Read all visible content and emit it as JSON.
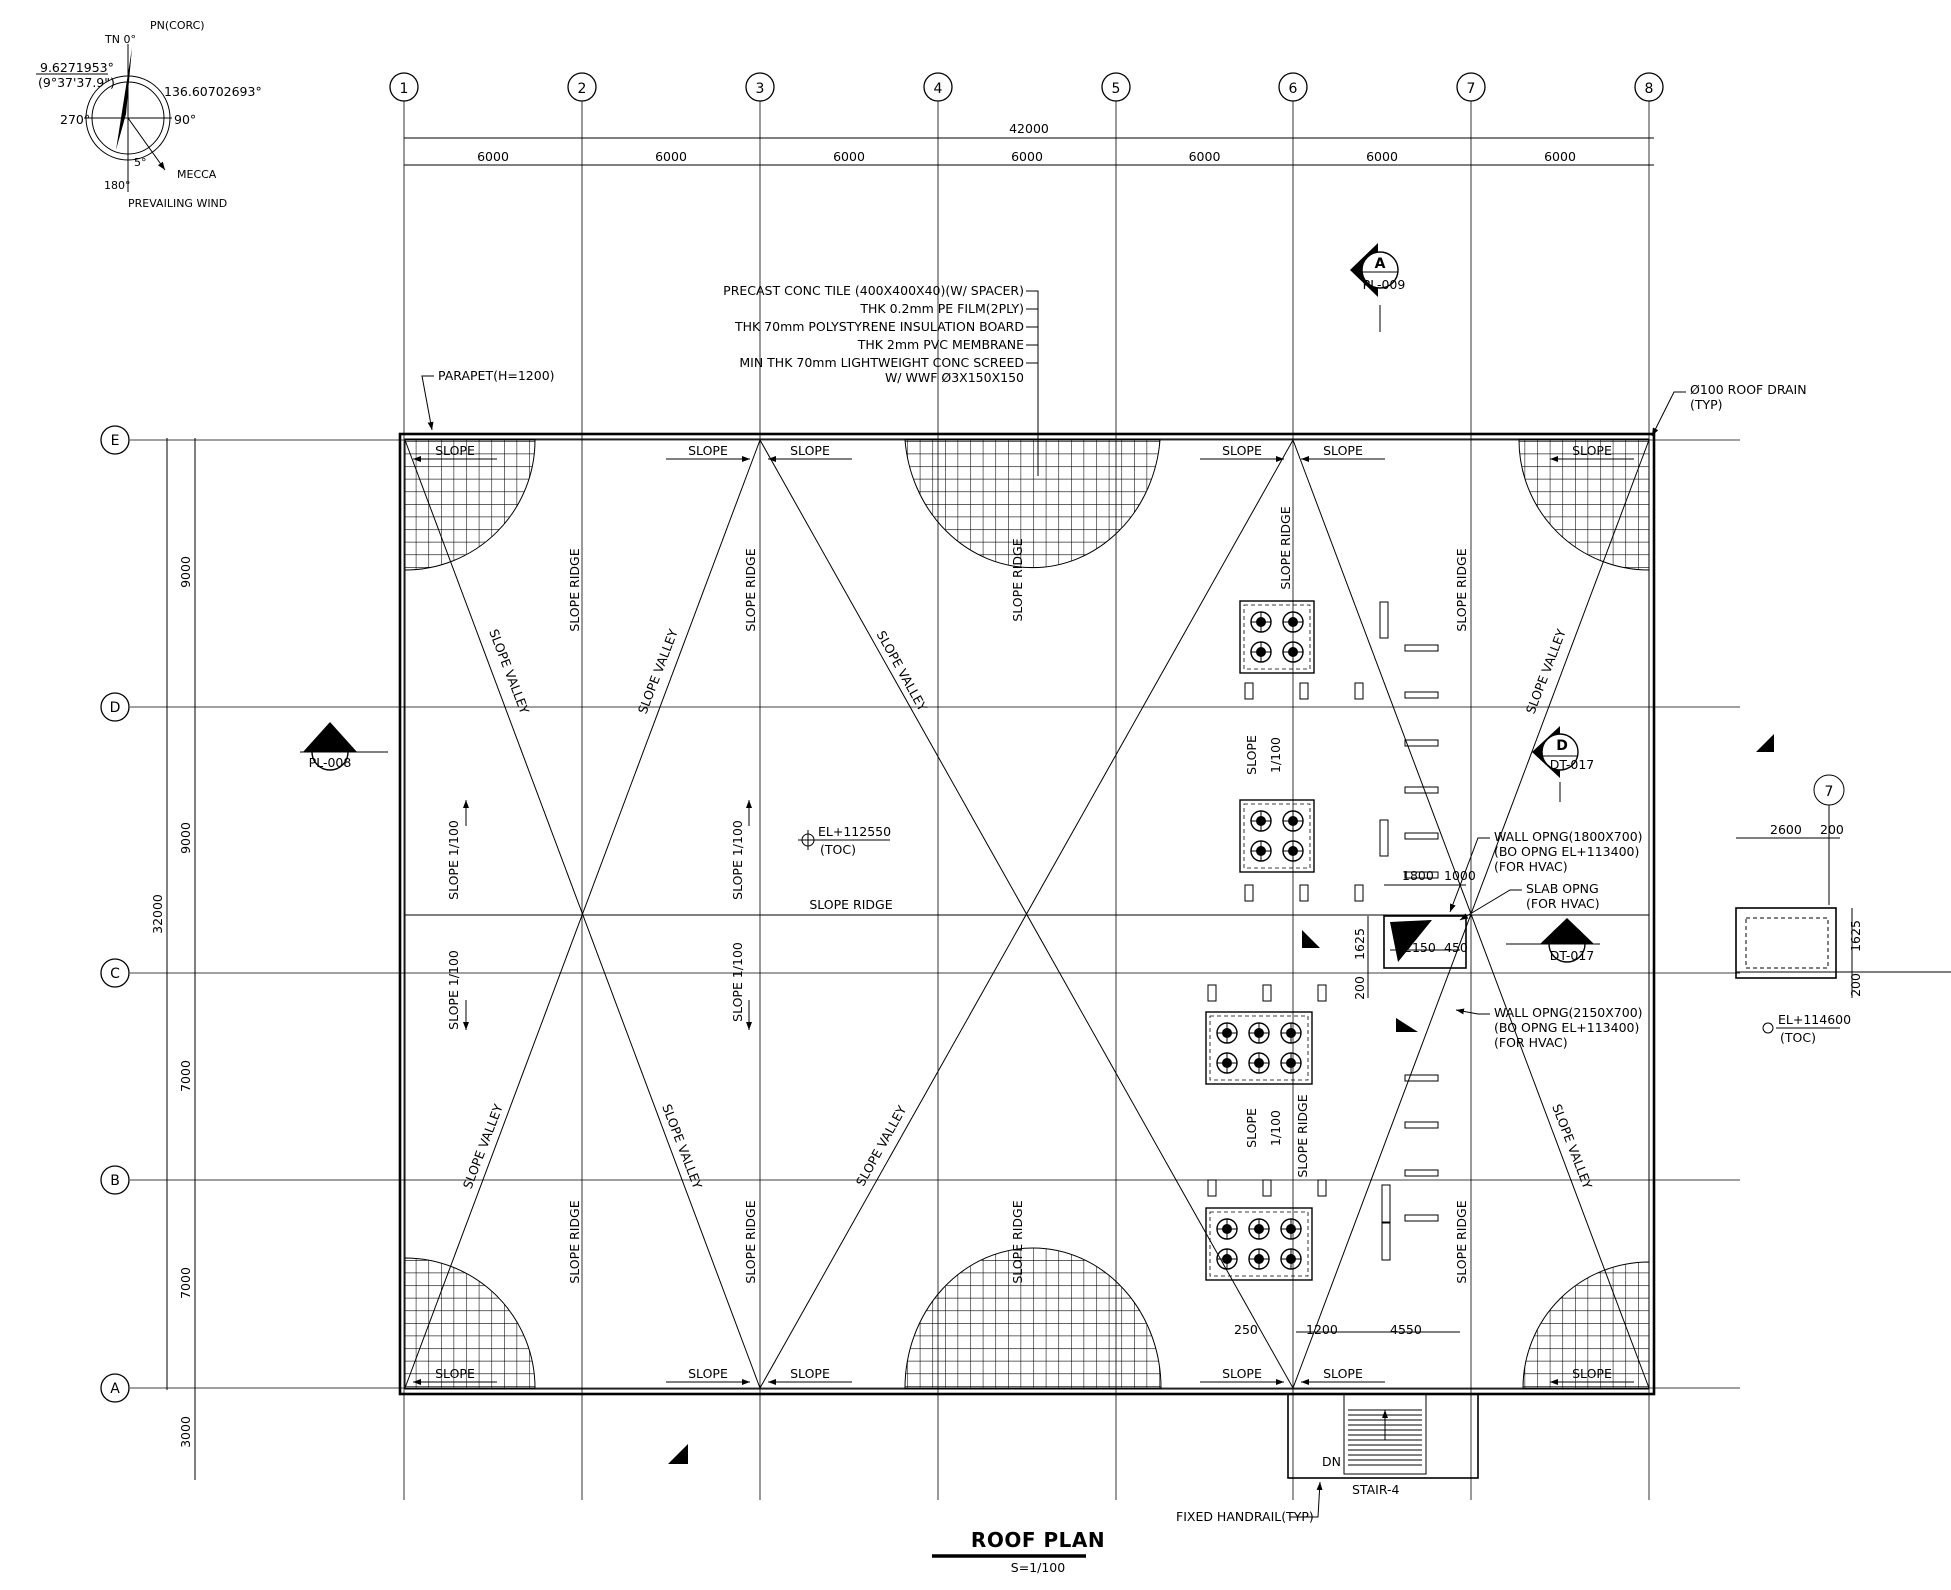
{
  "compass": {
    "pn": "PN(CORC)",
    "tn": "TN 0°",
    "angle_deg": "9.6271953°",
    "angle_dms": "(9°37'37.9\")",
    "mecca_angle": "136.60702693°",
    "n270": "270°",
    "n90": "90°",
    "n180": "180°",
    "n5": "5°",
    "mecca": "MECCA",
    "wind": "PREVAILING WIND"
  },
  "grid_columns": [
    "1",
    "2",
    "3",
    "4",
    "5",
    "6",
    "7",
    "8"
  ],
  "grid_rows": [
    "E",
    "D",
    "C",
    "B",
    "A"
  ],
  "dims_top": {
    "overall": "42000",
    "bays": [
      "6000",
      "6000",
      "6000",
      "6000",
      "6000",
      "6000",
      "6000"
    ]
  },
  "dims_left": {
    "overall": "32000",
    "bays": [
      "9000",
      "9000",
      "7000",
      "7000",
      "3000"
    ]
  },
  "roof_layers": [
    "PRECAST CONC TILE (400X400X40)(W/ SPACER)",
    "THK 0.2mm PE FILM(2PLY)",
    "THK 70mm POLYSTYRENE INSULATION BOARD",
    "THK 2mm PVC MEMBRANE",
    "MIN THK 70mm LIGHTWEIGHT CONC SCREED",
    "W/ WWF Ø3X150X150"
  ],
  "labels": {
    "parapet": "PARAPET(H=1200)",
    "roof_drain": "Ø100 ROOF DRAIN",
    "roof_drain_typ": "(TYP)",
    "slope": "SLOPE",
    "slope_ridge": "SLOPE RIDGE",
    "slope_valley": "SLOPE VALLEY",
    "slope_pct_label": "SLOPE 1/100",
    "slope_word": "SLOPE",
    "slope_ratio": "1/100",
    "el_main": "EL+112550",
    "el_main_sub": "(TOC)",
    "el_side": "EL+114600",
    "el_side_sub": "(TOC)",
    "wall_opng1_a": "WALL OPNG(1800X700)",
    "wall_opng1_b": "(BO OPNG EL+113400)",
    "wall_opng1_c": "(FOR HVAC)",
    "slab_opng_a": "SLAB OPNG",
    "slab_opng_b": "(FOR HVAC)",
    "wall_opng2_a": "WALL OPNG(2150X700)",
    "wall_opng2_b": "(BO OPNG EL+113400)",
    "wall_opng2_c": "(FOR HVAC)",
    "dn": "DN",
    "stair": "STAIR-4",
    "handrail": "FIXED HANDRAIL(TYP)"
  },
  "local_dims": {
    "d1800": "1800",
    "d1000": "1000",
    "d1625": "1625",
    "d200": "200",
    "d2150": "2150",
    "d450": "450",
    "d250": "250",
    "d1200": "1200",
    "d4550": "4550",
    "side_2600": "2600",
    "side_200": "200",
    "side_1625": "1625",
    "side_200b": "200"
  },
  "section_marks": [
    {
      "id": "sec-a-top",
      "letter": "A",
      "ref": "PL-009"
    },
    {
      "id": "sec-a-left",
      "letter": "A",
      "ref": "PL-008"
    },
    {
      "id": "sec-d",
      "letter": "D",
      "ref": "DT-017"
    },
    {
      "id": "sec-c",
      "letter": "C",
      "ref": "DT-017"
    }
  ],
  "side_detail_col": "7",
  "title": {
    "main": "ROOF PLAN",
    "scale": "S=1/100"
  }
}
